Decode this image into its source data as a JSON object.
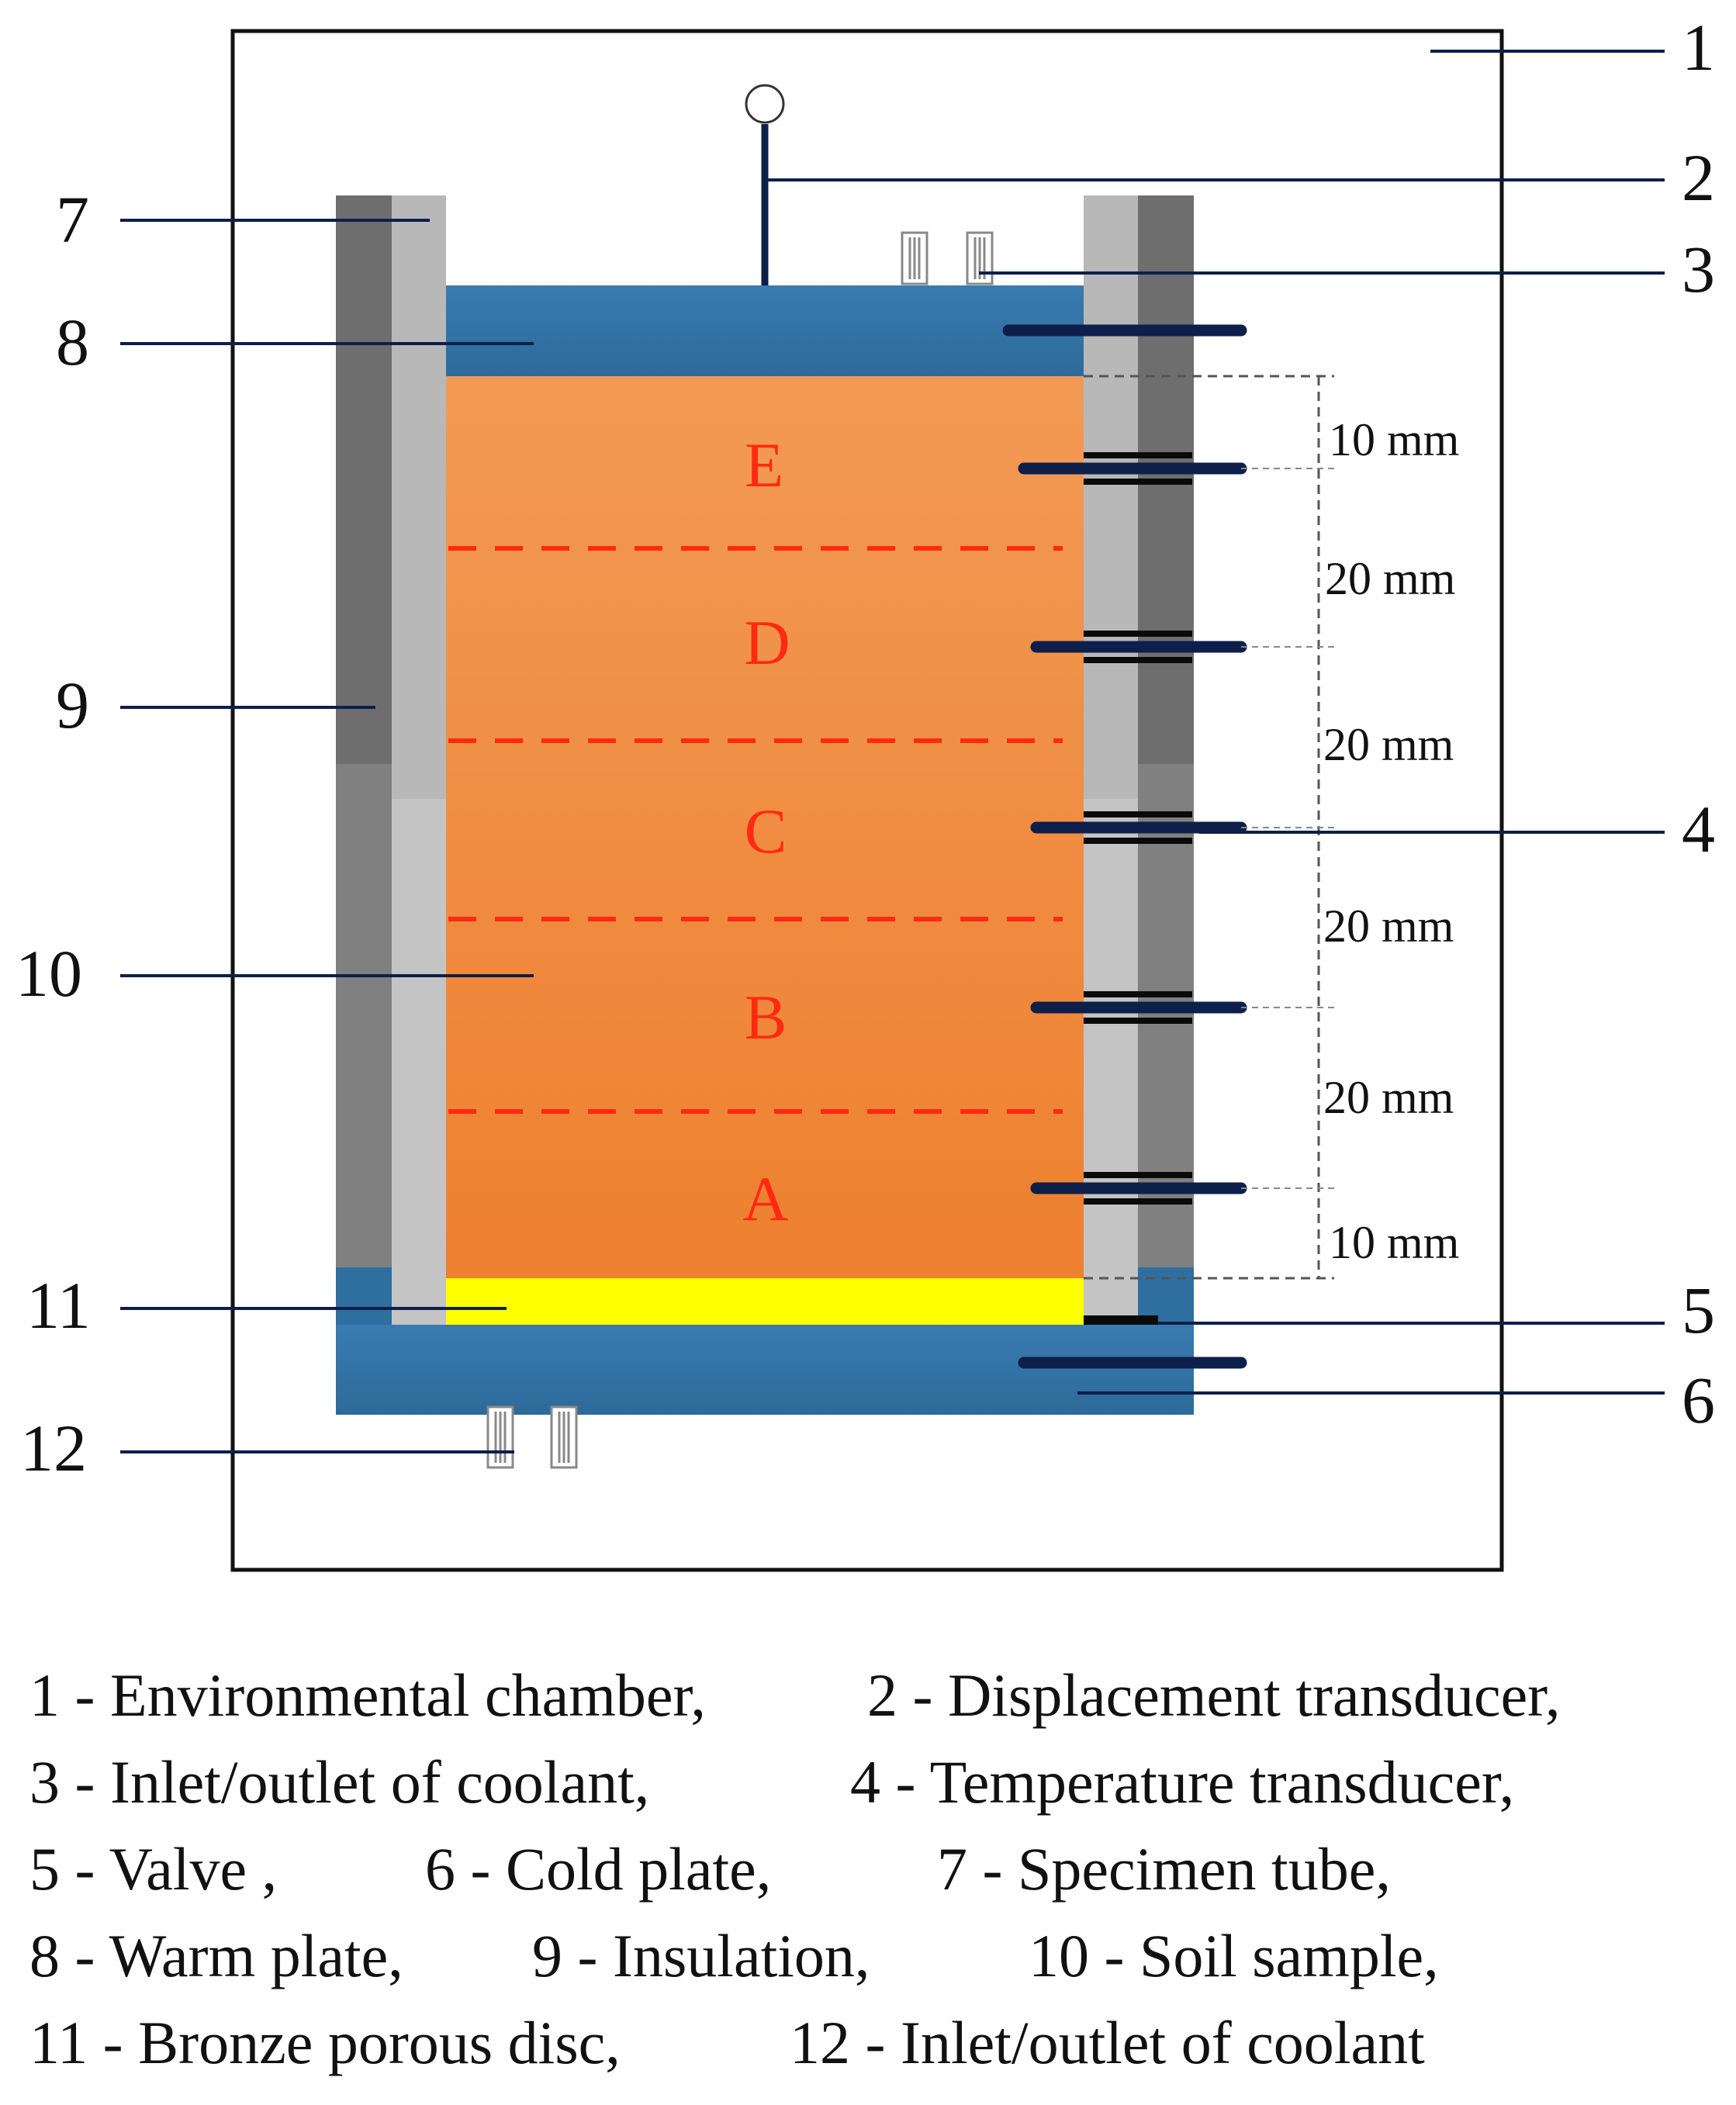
{
  "callouts": [
    "1",
    "2",
    "3",
    "4",
    "5",
    "6",
    "7",
    "8",
    "9",
    "10",
    "11",
    "12"
  ],
  "zones": [
    "E",
    "D",
    "C",
    "B",
    "A"
  ],
  "spacing_labels": [
    "10 mm",
    "20 mm",
    "20 mm",
    "20 mm",
    "20 mm",
    "10 mm"
  ],
  "legend": {
    "lines": [
      [
        "1 - Environmental chamber,",
        "2 - Displacement transducer,"
      ],
      [
        "3 - Inlet/outlet of coolant,",
        "4 - Temperature transducer,"
      ],
      [
        "5 - Valve ,",
        "6 - Cold plate,",
        "7 - Specimen tube,"
      ],
      [
        "8 - Warm plate,",
        "9 - Insulation,",
        "10 - Soil sample,"
      ],
      [
        "11 - Bronze porous disc,",
        "12 - Inlet/outlet of coolant"
      ]
    ]
  },
  "colors": {
    "chamber_border": "#111111",
    "plate_blue": "#2f6f9f",
    "soil_orange": "#f0883a",
    "zone_red": "#ff2a10",
    "porous_disc": "#ffff00",
    "insulation_dark": "#6e6e6e",
    "tube_light": "#b8b8b8",
    "transducer_navy": "#0d1f4a"
  }
}
